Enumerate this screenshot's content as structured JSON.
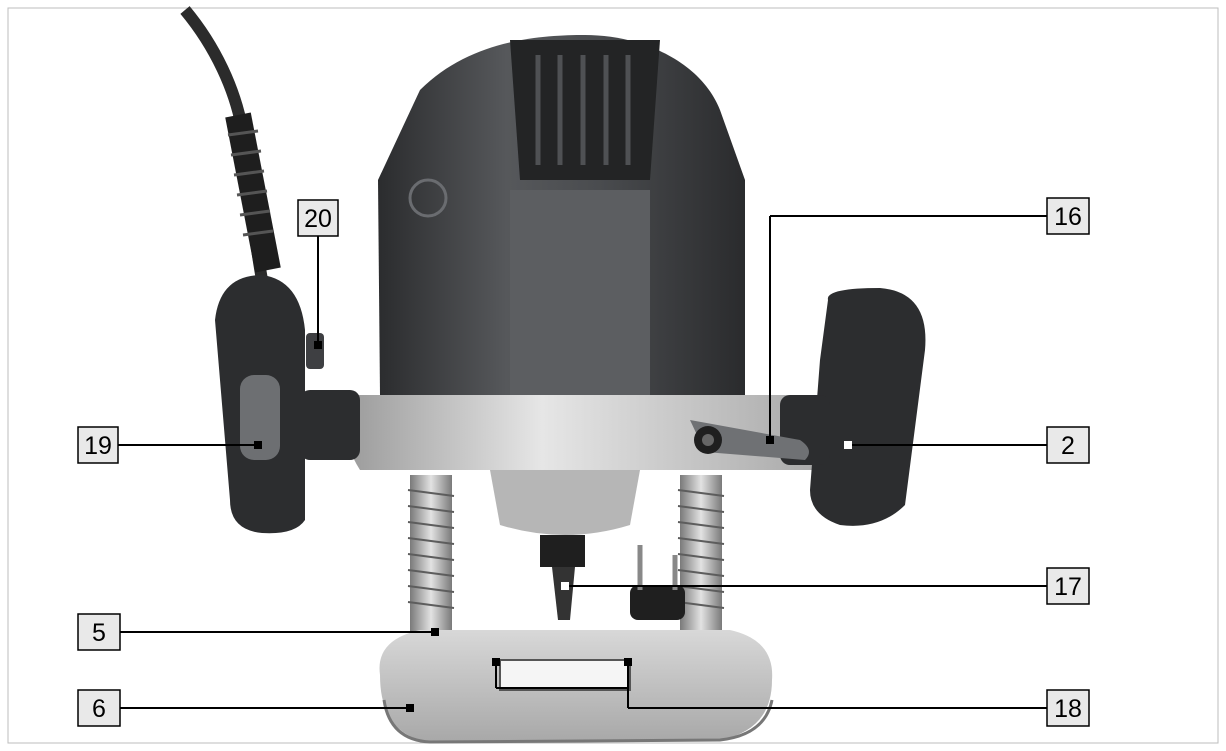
{
  "figure": {
    "kind": "plunge router parts diagram",
    "callouts": [
      {
        "id": "c20",
        "label": "20"
      },
      {
        "id": "c16",
        "label": "16"
      },
      {
        "id": "c19",
        "label": "19"
      },
      {
        "id": "c2",
        "label": "2"
      },
      {
        "id": "c17",
        "label": "17"
      },
      {
        "id": "c5",
        "label": "5"
      },
      {
        "id": "c6",
        "label": "6"
      },
      {
        "id": "c18",
        "label": "18"
      }
    ]
  },
  "colors": {
    "body_dark": "#3a3b3d",
    "body_mid": "#55575a",
    "metal": "#c9c9c9",
    "metal_dark": "#8e8e8e",
    "label_box": "#e9e9e9",
    "leader_line": "#000000"
  }
}
